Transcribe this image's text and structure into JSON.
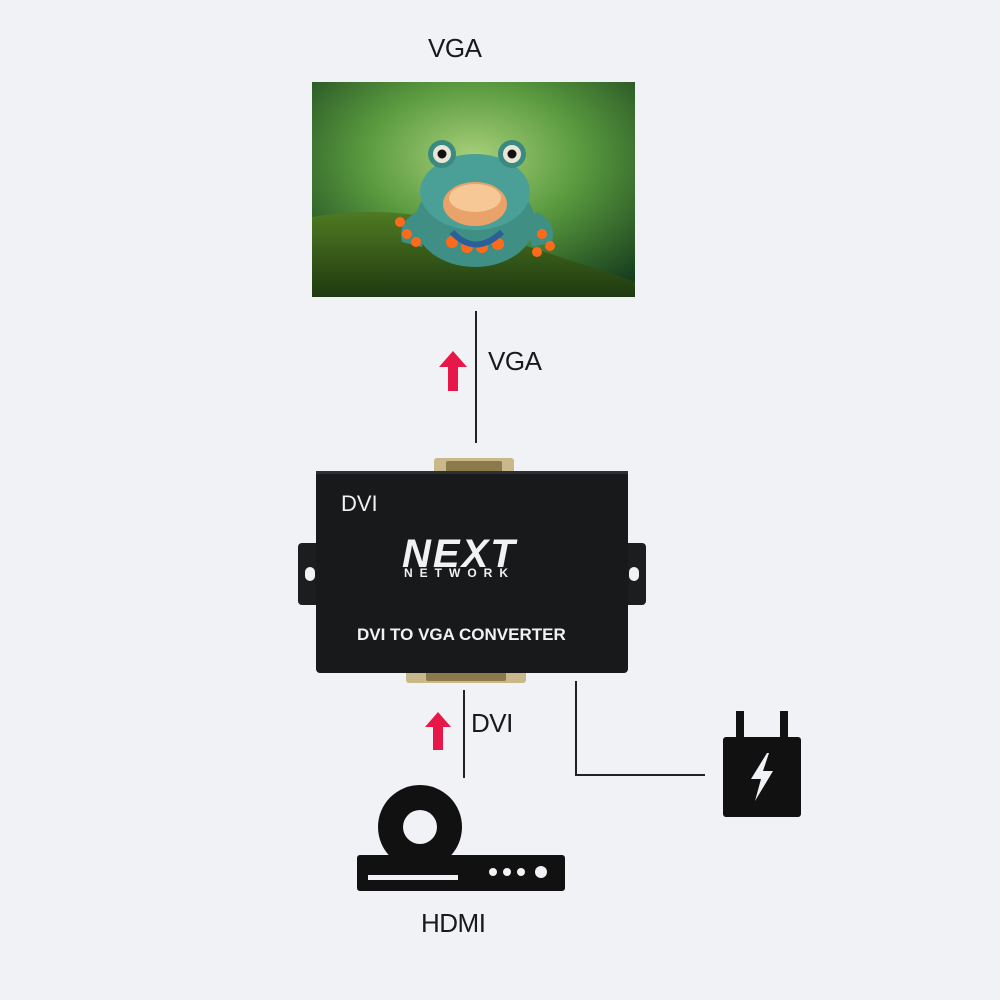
{
  "monitor": {
    "label": "VGA"
  },
  "output_link": {
    "label": "VGA",
    "arrow_color": "#e8174a"
  },
  "converter": {
    "port_label": "DVI",
    "brand": "NEXT",
    "brand_sub": "NETWORK",
    "product_name": "DVI TO VGA CONVERTER",
    "body_color": "#18191b"
  },
  "input_link": {
    "label": "DVI",
    "arrow_color": "#e8174a"
  },
  "source": {
    "label": "HDMI",
    "icon": "dvd-player-icon"
  },
  "power": {
    "icon": "power-adapter-icon"
  }
}
